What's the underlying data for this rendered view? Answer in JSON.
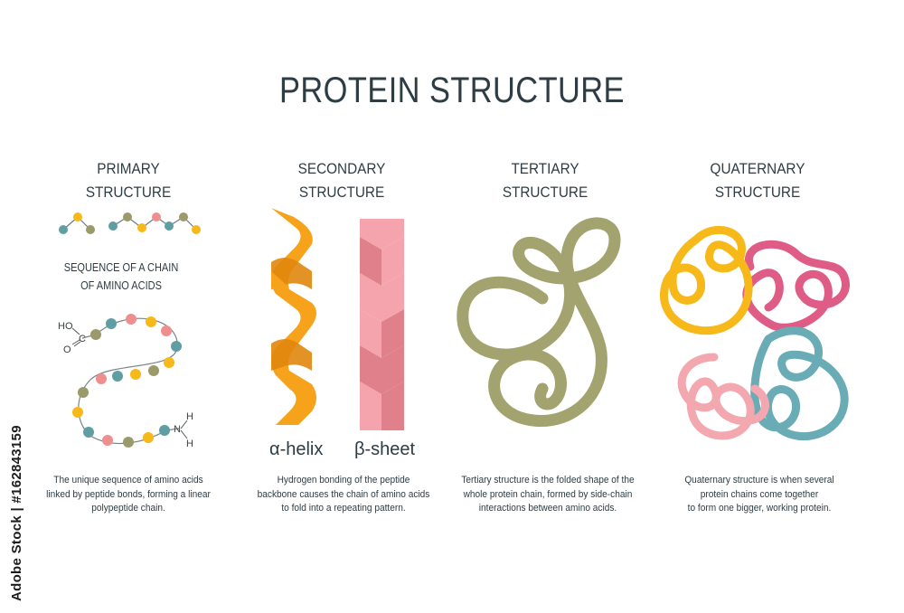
{
  "title": "PROTEIN STRUCTURE",
  "colors": {
    "yellow": "#f6b919",
    "teal": "#5f9ea3",
    "salmon": "#ef8e8e",
    "olive": "#9a9a6a",
    "helix_orange": "#f7a21b",
    "helix_dark": "#e0860d",
    "sheet_pink": "#f5a3ad",
    "sheet_dark": "#e0808b",
    "tertiary_olive": "#a3a36f",
    "quat_pink": "#df5c86",
    "quat_light_pink": "#f3a8b0",
    "quat_teal": "#6aacb5"
  },
  "sections": {
    "primary": {
      "heading": [
        "PRIMARY",
        "STRUCTURE"
      ],
      "subheading": [
        "SEQUENCE OF A CHAIN",
        "OF AMINO ACIDS"
      ],
      "description": [
        "The unique sequence of amino acids",
        "linked by peptide bonds, forming a linear",
        "polypeptide chain."
      ],
      "chem_labels": {
        "ho": "HO",
        "o": "O",
        "c": "C",
        "h1": "H",
        "n": "N",
        "h2": "H"
      }
    },
    "secondary": {
      "heading": [
        "SECONDARY",
        "STRUCTURE"
      ],
      "helix_label": "α-helix",
      "sheet_label": "β-sheet",
      "description": [
        "Hydrogen bonding of the peptide",
        "backbone causes the chain of amino acids",
        "to fold into a repeating pattern."
      ]
    },
    "tertiary": {
      "heading": [
        "TERTIARY",
        "STRUCTURE"
      ],
      "description": [
        "Tertiary structure is the folded shape of the",
        "whole protein chain, formed by side-chain",
        "interactions between amino acids."
      ]
    },
    "quaternary": {
      "heading": [
        "QUATERNARY",
        "STRUCTURE"
      ],
      "description": [
        "Quaternary structure is when several",
        "protein chains come together",
        "to form one bigger, working protein."
      ]
    }
  },
  "watermark_text": "Adobe Stock | #162843159"
}
